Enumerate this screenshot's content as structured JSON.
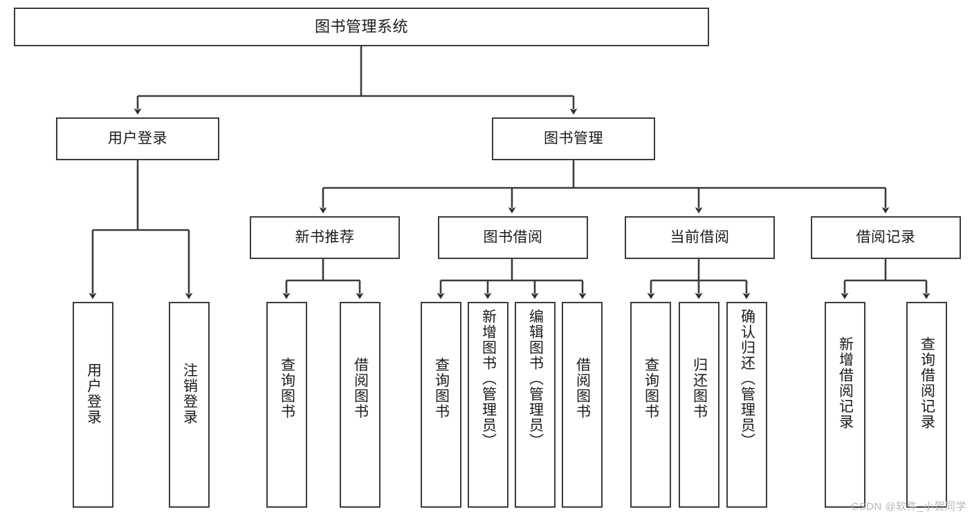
{
  "diagram": {
    "title": "图书管理系统",
    "watermark": "CSDN @软件_小贺同学",
    "colors": {
      "stroke": "#3a3a3a",
      "fill": "#ffffff",
      "text": "#1a1a1a",
      "watermark": "#b6b6b6"
    },
    "nodes": {
      "root": {
        "label": "图书管理系统"
      },
      "level2": [
        {
          "label": "用户登录"
        },
        {
          "label": "图书管理"
        }
      ],
      "level3": [
        {
          "label": "新书推荐"
        },
        {
          "label": "图书借阅"
        },
        {
          "label": "当前借阅"
        },
        {
          "label": "借阅记录"
        }
      ],
      "leaves_user_login": [
        {
          "label": "用户登录"
        },
        {
          "label": "注销登录"
        }
      ],
      "leaves_new_books": [
        {
          "label": "查询图书"
        },
        {
          "label": "借阅图书"
        }
      ],
      "leaves_borrow": [
        {
          "label": "查询图书"
        },
        {
          "label": "新增图书（管理员）"
        },
        {
          "label": "编辑图书（管理员）"
        },
        {
          "label": "借阅图书"
        }
      ],
      "leaves_current": [
        {
          "label": "查询图书"
        },
        {
          "label": "归还图书"
        },
        {
          "label": "确认归还（管理员）"
        }
      ],
      "leaves_records": [
        {
          "label": "新增借阅记录"
        },
        {
          "label": "查询借阅记录"
        }
      ]
    }
  }
}
